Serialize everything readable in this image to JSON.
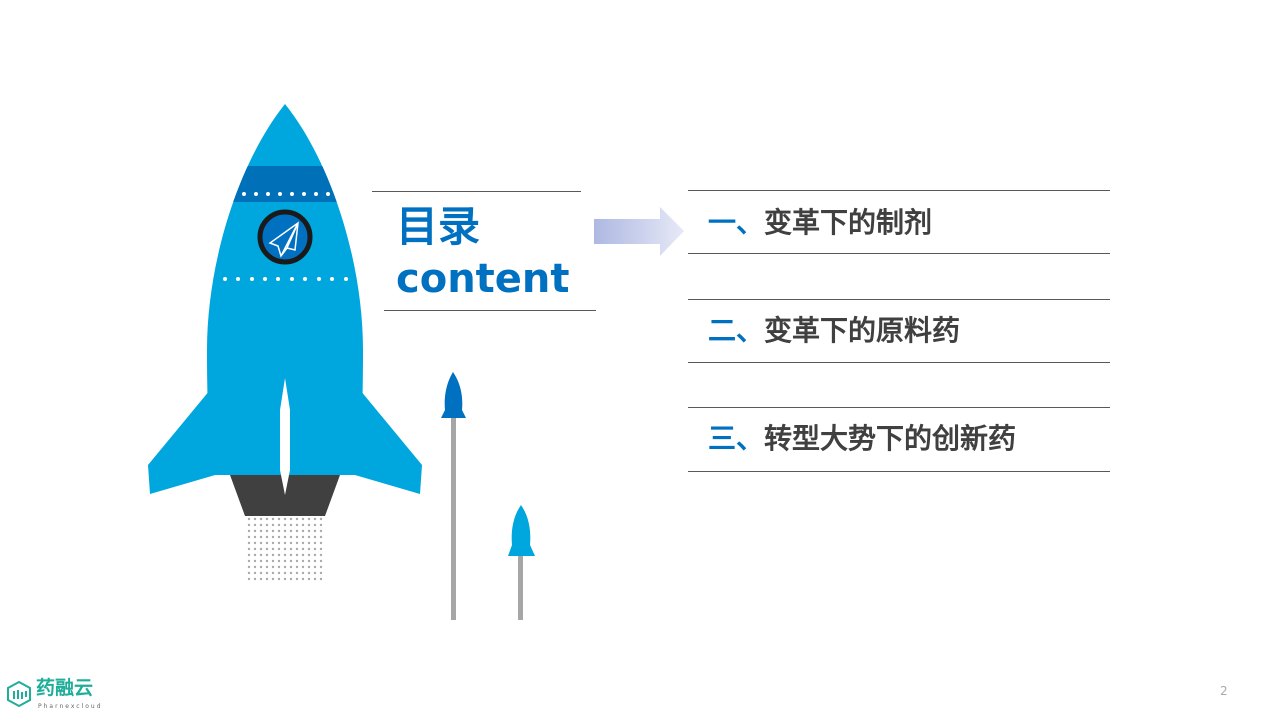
{
  "toc": {
    "title_cn": "目录",
    "title_en": "content"
  },
  "items": [
    {
      "num": "一、",
      "label": "变革下的制剂"
    },
    {
      "num": "二、",
      "label": "变革下的原料药"
    },
    {
      "num": "三、",
      "label": "转型大势下的创新药"
    }
  ],
  "logo": {
    "name": "药融云",
    "sub": "Pharnexcloud"
  },
  "page_number": "2",
  "colors": {
    "accent": "#0070c0",
    "rocket": "#00a6de",
    "text": "#404040"
  }
}
